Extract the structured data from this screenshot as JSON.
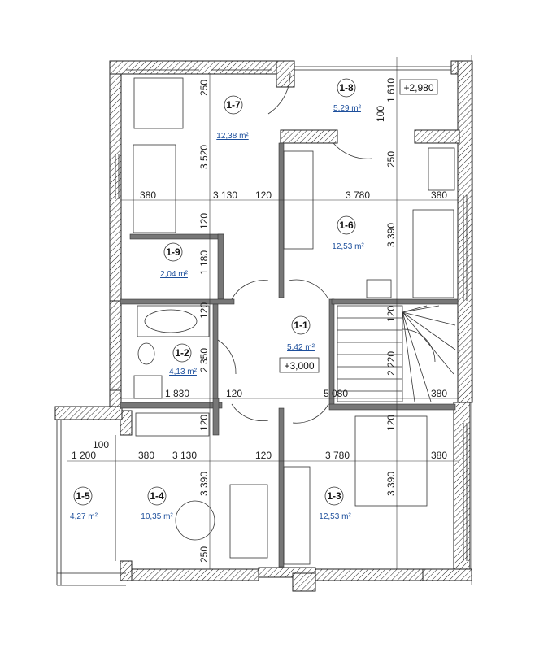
{
  "rooms": [
    {
      "id": "1-1",
      "area": "5,42 m²",
      "level": "+3,000"
    },
    {
      "id": "1-2",
      "area": "4,13 m²"
    },
    {
      "id": "1-3",
      "area": "12,53 m²"
    },
    {
      "id": "1-4",
      "area": "10,35 m²"
    },
    {
      "id": "1-5",
      "area": "4,27 m²"
    },
    {
      "id": "1-6",
      "area": "12,53 m²"
    },
    {
      "id": "1-7",
      "area": "12,38 m²"
    },
    {
      "id": "1-8",
      "area": "5,29 m²",
      "level": "+2,980"
    },
    {
      "id": "1-9",
      "area": "2,04 m²"
    }
  ],
  "dimensions": {
    "upper_row": [
      "380",
      "3 130",
      "120",
      "3 780",
      "380"
    ],
    "middle_row": [
      "1 830",
      "120",
      "5 080",
      "380"
    ],
    "lower_row": [
      "1 200",
      "380",
      "3 130",
      "120",
      "3 780",
      "380"
    ],
    "balcony_offset": "100",
    "vertical": [
      "250",
      "3 520",
      "120",
      "1 180",
      "120",
      "2 350",
      "120",
      "3 390",
      "250",
      "1 610",
      "100",
      "250",
      "3 390",
      "120",
      "2 220",
      "120",
      "3 390"
    ]
  },
  "colors": {
    "walls": "#222222",
    "partitions": "#777777",
    "area_text": "#1d4f9c"
  }
}
